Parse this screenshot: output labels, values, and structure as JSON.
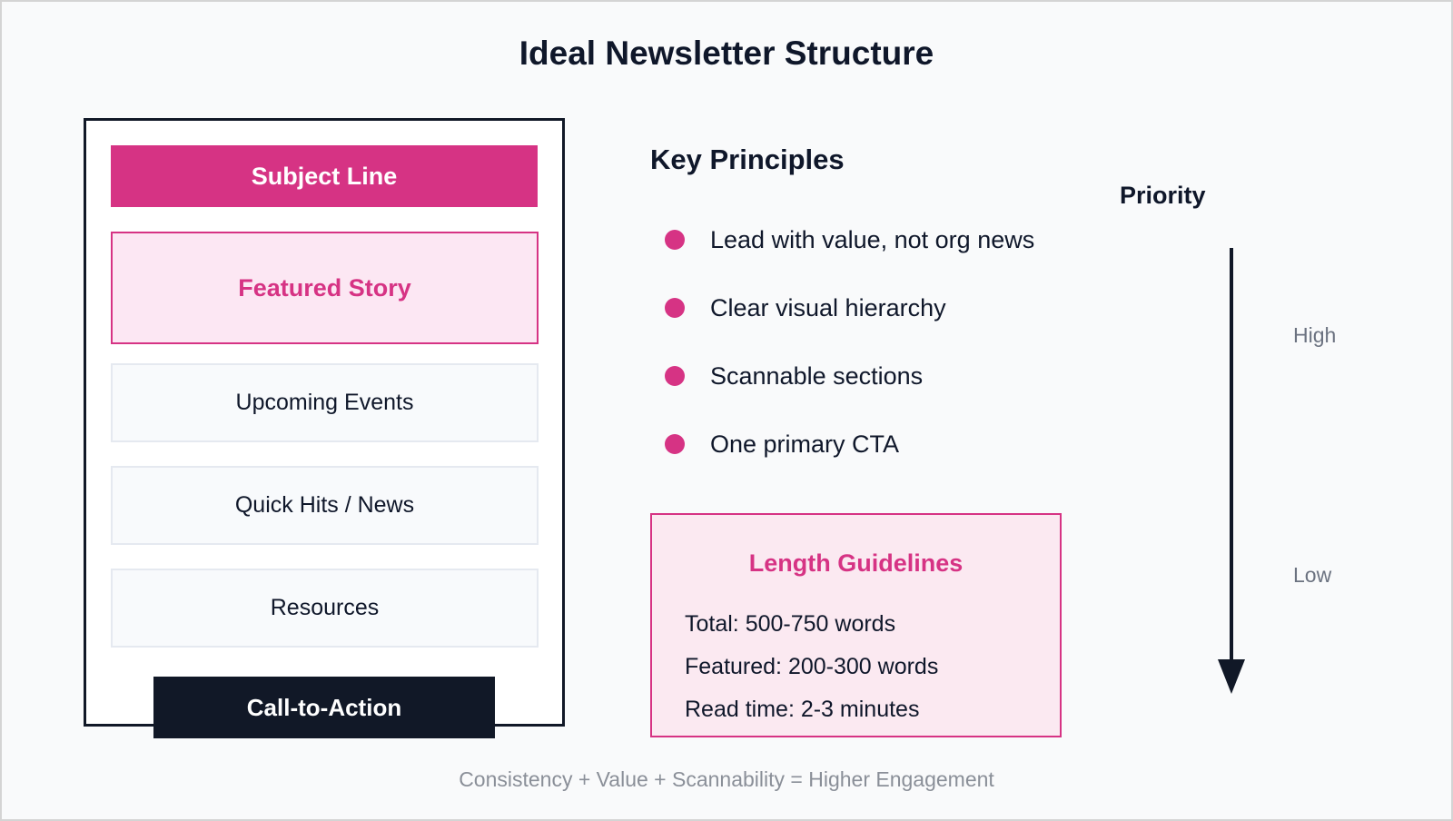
{
  "title": "Ideal Newsletter Structure",
  "newsletter": {
    "sections": {
      "subject_line": "Subject Line",
      "featured_story": "Featured Story",
      "upcoming_events": "Upcoming Events",
      "quick_hits": "Quick Hits / News",
      "resources": "Resources",
      "call_to_action": "Call-to-Action"
    }
  },
  "key_principles": {
    "heading": "Key Principles",
    "items": [
      "Lead with value, not org news",
      "Clear visual hierarchy",
      "Scannable sections",
      "One primary CTA"
    ]
  },
  "length_guidelines": {
    "heading": "Length Guidelines",
    "lines": [
      "Total: 500-750 words",
      "Featured: 200-300 words",
      "Read time: 2-3 minutes"
    ]
  },
  "priority": {
    "label": "Priority",
    "high": "High",
    "low": "Low",
    "icon": "arrow-down-icon"
  },
  "footer": "Consistency + Value + Scannability = Higher Engagement",
  "colors": {
    "accent": "#d63384",
    "accent_light": "#fce7f3",
    "dark": "#111827",
    "muted": "#6b7280",
    "section_bg": "#f8fafc",
    "page_bg": "#f9fafb"
  }
}
